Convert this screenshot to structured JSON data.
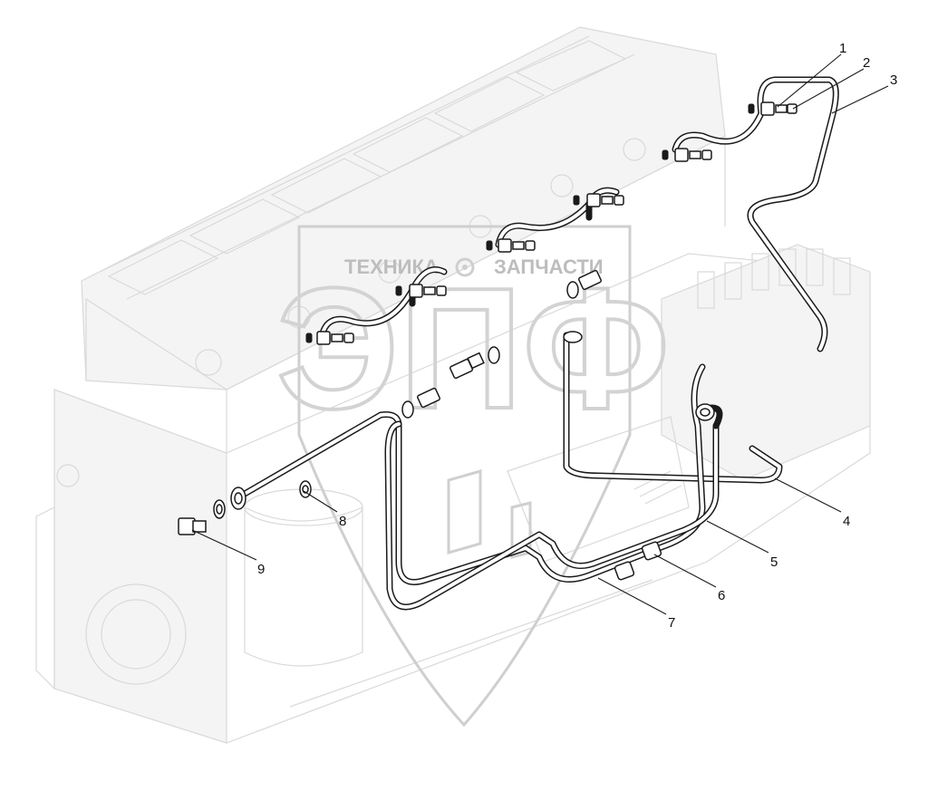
{
  "watermark": {
    "left_word": "ТЕХНИКА",
    "right_word": "ЗАПЧАСТИ",
    "big_letters": "ЭПФ"
  },
  "callouts": [
    {
      "id": "1",
      "label": "1"
    },
    {
      "id": "2",
      "label": "2"
    },
    {
      "id": "3",
      "label": "3"
    },
    {
      "id": "4",
      "label": "4"
    },
    {
      "id": "5",
      "label": "5"
    },
    {
      "id": "6",
      "label": "6"
    },
    {
      "id": "7",
      "label": "7"
    },
    {
      "id": "8",
      "label": "8"
    },
    {
      "id": "9",
      "label": "9"
    }
  ],
  "colors": {
    "line": "#1a1a1a",
    "ghost": "#d9d9d9",
    "watermark": "#cfcfcf",
    "background": "#ffffff"
  }
}
